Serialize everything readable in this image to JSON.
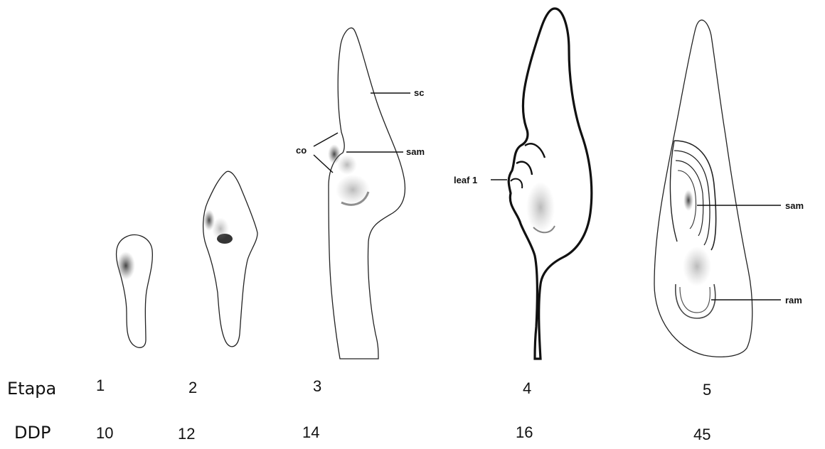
{
  "labels": {
    "sc": "sc",
    "co": "co",
    "sam_stage3": "sam",
    "leaf1": "leaf 1",
    "sam_stage5": "sam",
    "ram": "ram"
  },
  "rows": {
    "etapa": {
      "header": "Etapa",
      "values": [
        "1",
        "2",
        "3",
        "4",
        "5"
      ]
    },
    "ddp": {
      "header": "DDP",
      "values": [
        "10",
        "12",
        "14",
        "16",
        "45"
      ]
    }
  }
}
